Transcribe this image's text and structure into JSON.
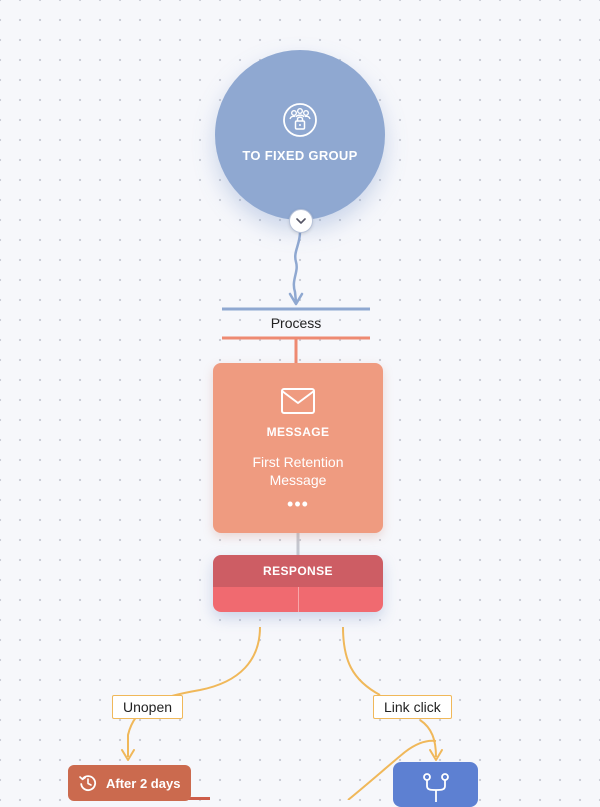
{
  "group_node": {
    "title": "TO FIXED GROUP",
    "icon": "group-lock-icon",
    "color": "#8fa8d1"
  },
  "process": {
    "label": "Process"
  },
  "message_node": {
    "type": "MESSAGE",
    "name": "First Retention Message",
    "more": "•••",
    "icon": "envelope-icon",
    "color": "#ef9b80"
  },
  "response_node": {
    "title": "RESPONSE",
    "header_color": "#cd5d64",
    "slot_color": "#f06a70"
  },
  "branches": {
    "unopen": "Unopen",
    "link_click": "Link click",
    "connector_color": "#f0b85a"
  },
  "delay_node": {
    "label": "After 2 days",
    "icon": "clock-history-icon",
    "color": "#cb6a4e"
  },
  "split_node": {
    "icon": "split-icon",
    "color": "#5d80d2"
  }
}
